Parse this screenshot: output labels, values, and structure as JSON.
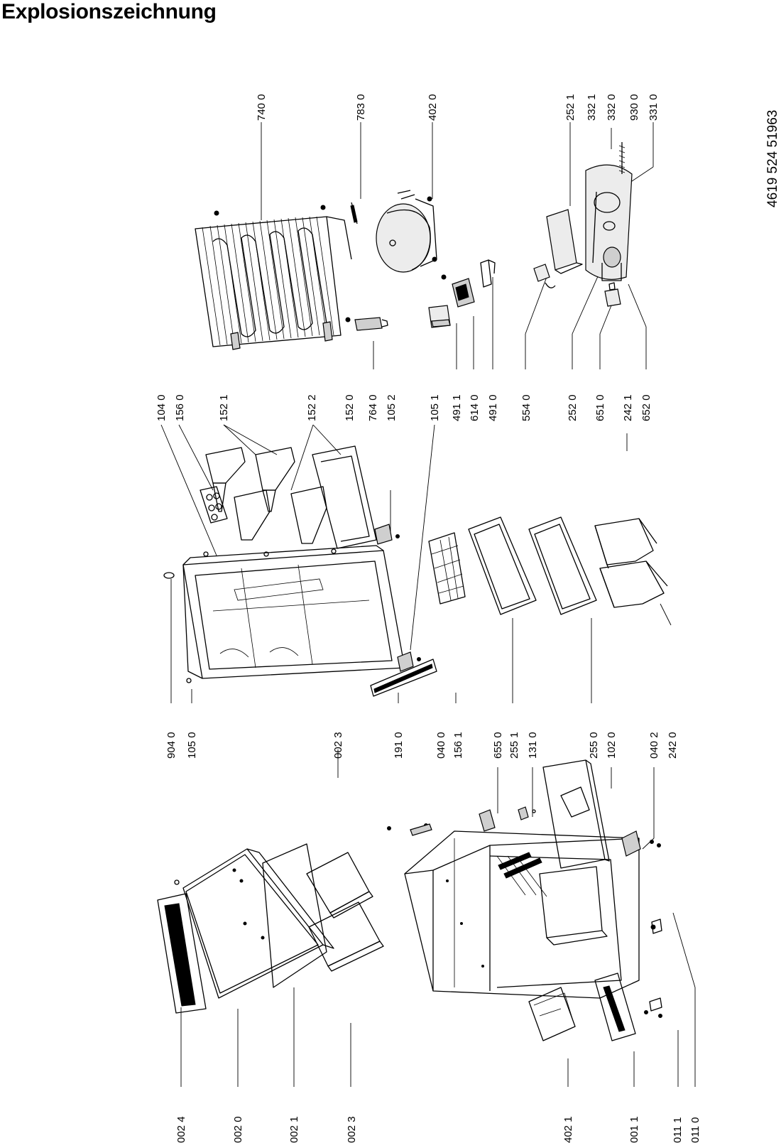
{
  "title": "Explosionszeichnung",
  "document_number": "4619 524 51963",
  "part_labels": [
    "002 4",
    "002 0",
    "002 1",
    "002 3",
    "402 1",
    "001 1",
    "011 1",
    "011 0",
    "904 0",
    "105 0",
    "002 3",
    "191 0",
    "040 0",
    "156 1",
    "655 0",
    "255 1",
    "131 0",
    "255 0",
    "102 0",
    "040 2",
    "242 0",
    "104 0",
    "156 0",
    "152 1",
    "152 2",
    "152 0",
    "764 0",
    "105 2",
    "105 1",
    "491 1",
    "614 0",
    "491 0",
    "554 0",
    "252 0",
    "651 0",
    "242 1",
    "652 0",
    "740 0",
    "783 0",
    "402 0",
    "252 1",
    "332 1",
    "332 0",
    "930 0",
    "331 0"
  ]
}
